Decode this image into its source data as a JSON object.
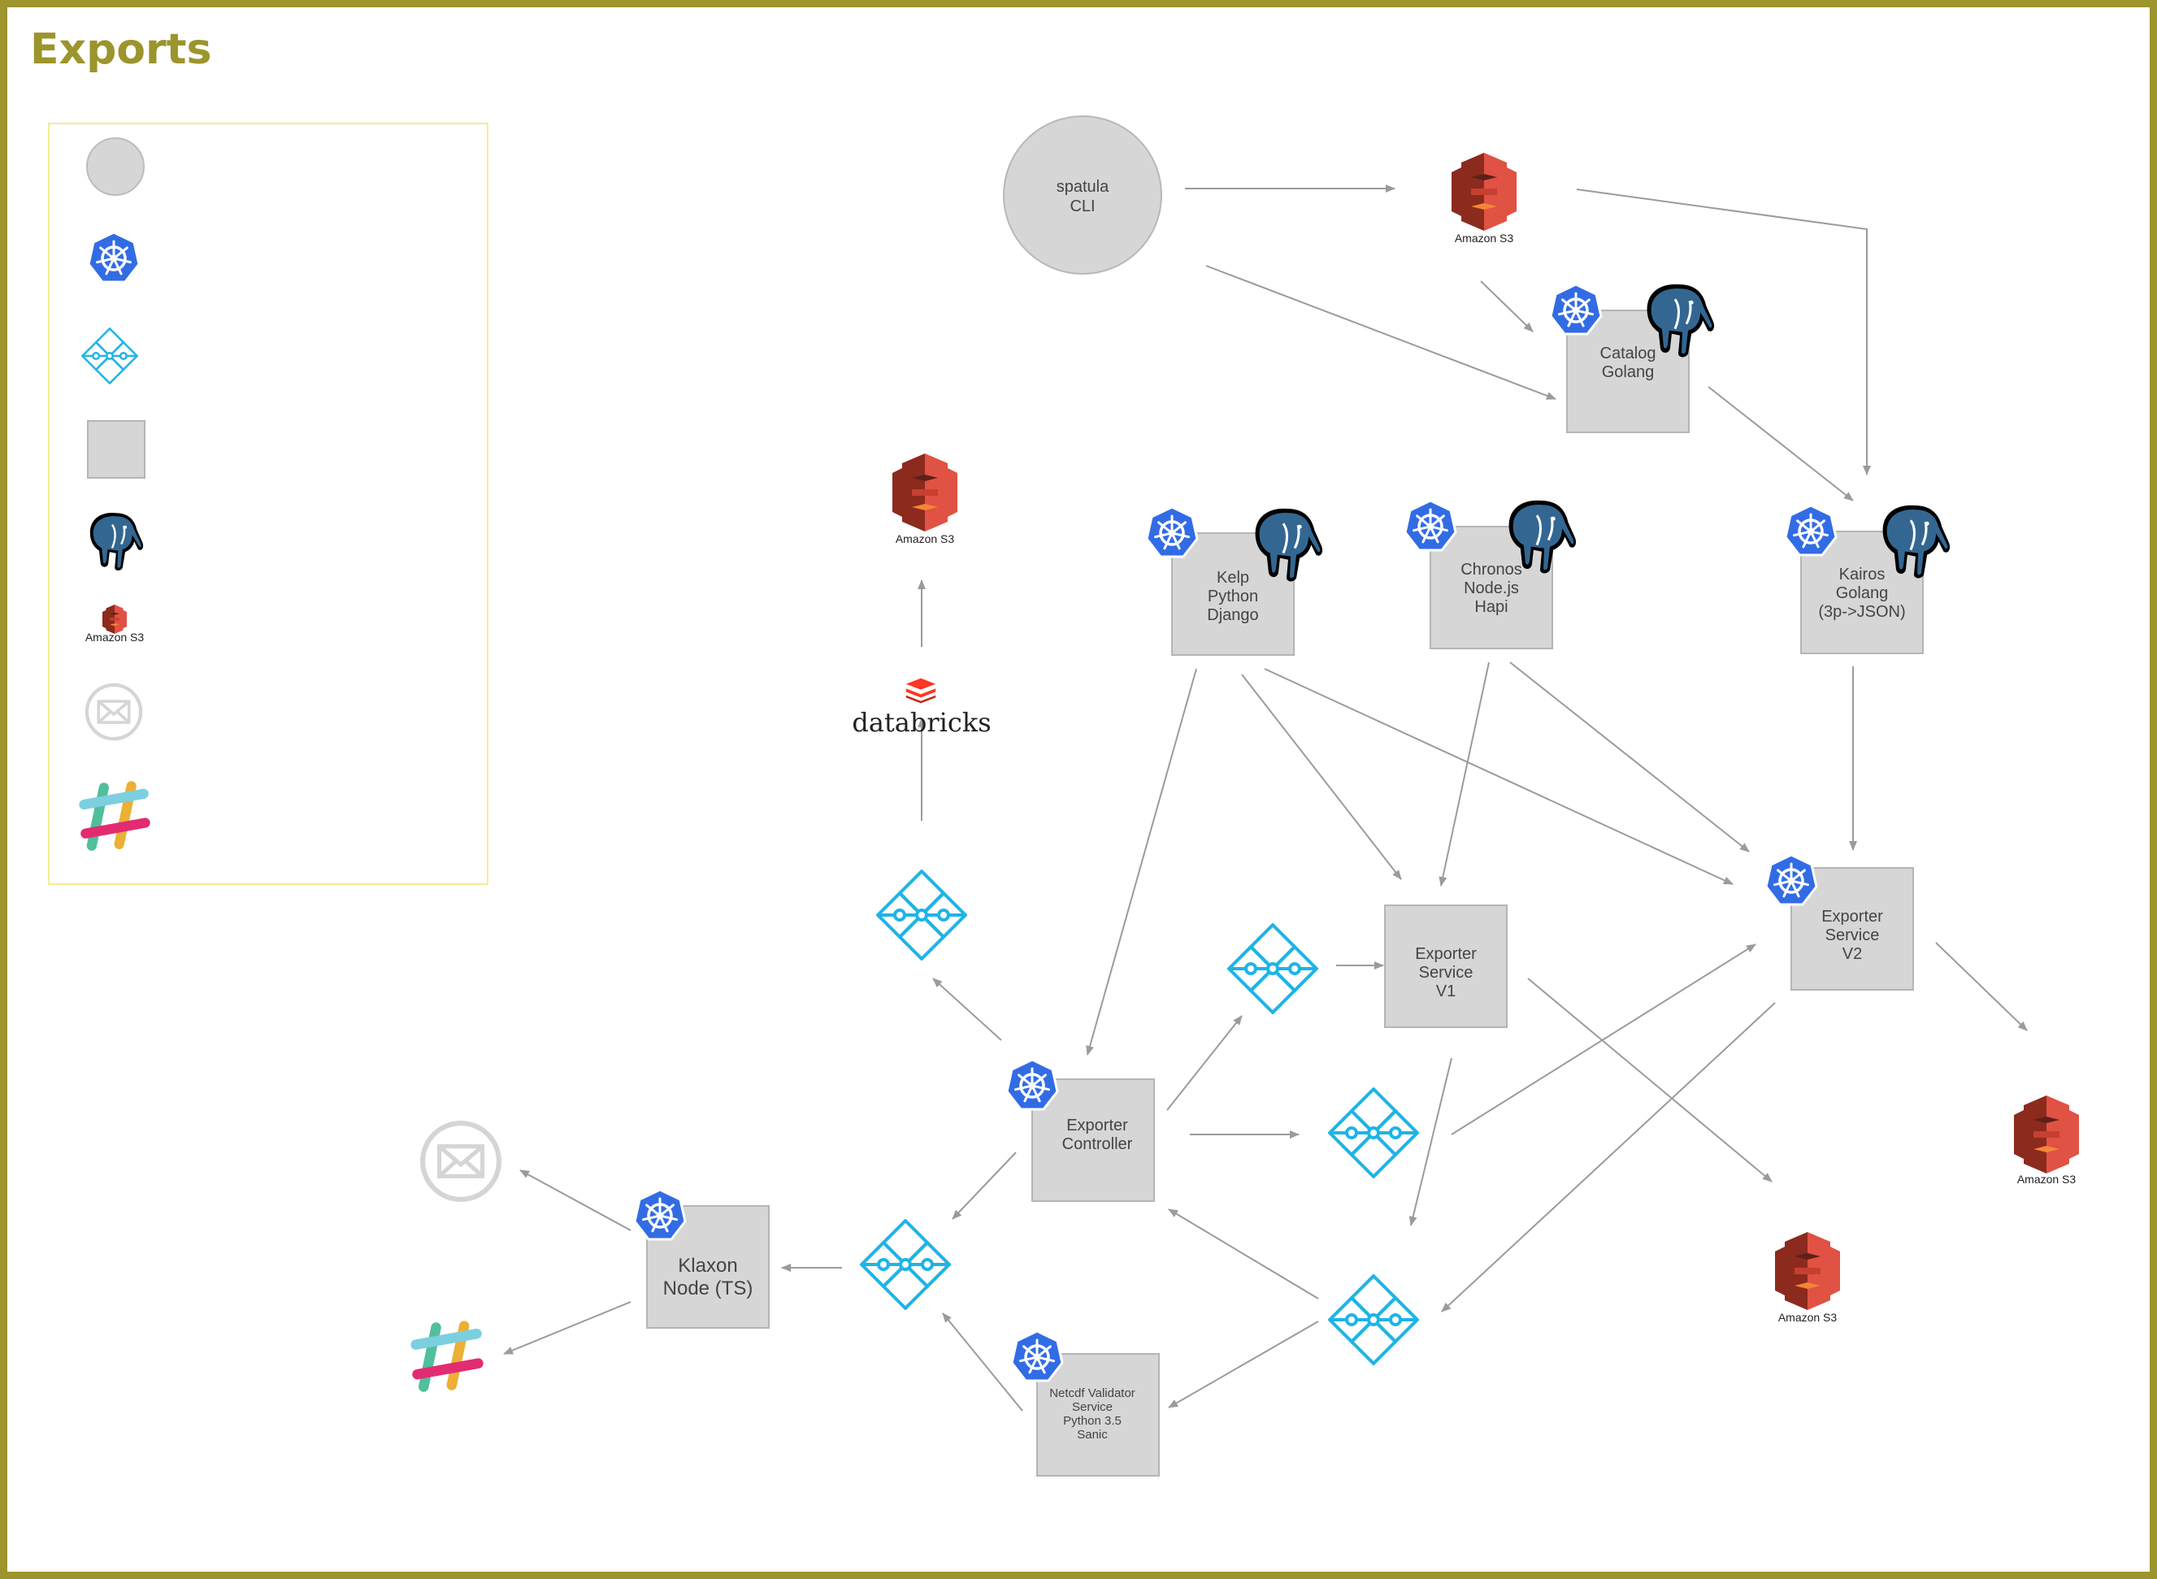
{
  "title": "Exports",
  "colors": {
    "frame": "#9c942c",
    "legend_border": "#f6ec93",
    "service_fill": "#d6d6d6",
    "kubernetes": "#326ce5",
    "queue": "#1eb4e6",
    "postgres": "#336791",
    "s3": "#c7402f",
    "databricks": "#ff3621",
    "edge": "#9b9b9b"
  },
  "legend": {
    "items": [
      {
        "icon": "client-circle-icon"
      },
      {
        "icon": "kubernetes-icon"
      },
      {
        "icon": "message-queue-icon"
      },
      {
        "icon": "service-box-icon"
      },
      {
        "icon": "postgresql-icon"
      },
      {
        "icon": "amazon-s3-icon",
        "label": "Amazon S3"
      },
      {
        "icon": "email-icon"
      },
      {
        "icon": "slack-icon"
      }
    ]
  },
  "nodes": {
    "spatula": {
      "lines": [
        "spatula",
        "CLI"
      ]
    },
    "catalog": {
      "lines": [
        "Catalog",
        "Golang"
      ]
    },
    "kelp": {
      "lines": [
        "Kelp",
        "Python",
        "Django"
      ]
    },
    "chronos": {
      "lines": [
        "Chronos",
        "Node.js",
        "Hapi"
      ]
    },
    "kairos": {
      "lines": [
        "Kairos",
        "Golang",
        "(3p->JSON)"
      ]
    },
    "exporter_v1": {
      "lines": [
        "Exporter",
        "Service",
        "V1"
      ]
    },
    "exporter_v2": {
      "lines": [
        "Exporter",
        "Service",
        "V2"
      ]
    },
    "exporter_controller": {
      "lines": [
        "Exporter",
        "Controller"
      ]
    },
    "klaxon": {
      "lines": [
        "Klaxon",
        "Node (TS)"
      ]
    },
    "netcdf": {
      "lines": [
        "Netcdf Validator",
        "Service",
        "Python 3.5",
        "Sanic"
      ]
    },
    "databricks": {
      "label": "databricks"
    },
    "s3_top": {
      "label": "Amazon S3"
    },
    "s3_left": {
      "label": "Amazon S3"
    },
    "s3_right": {
      "label": "Amazon S3"
    },
    "s3_bottom": {
      "label": "Amazon S3"
    }
  }
}
